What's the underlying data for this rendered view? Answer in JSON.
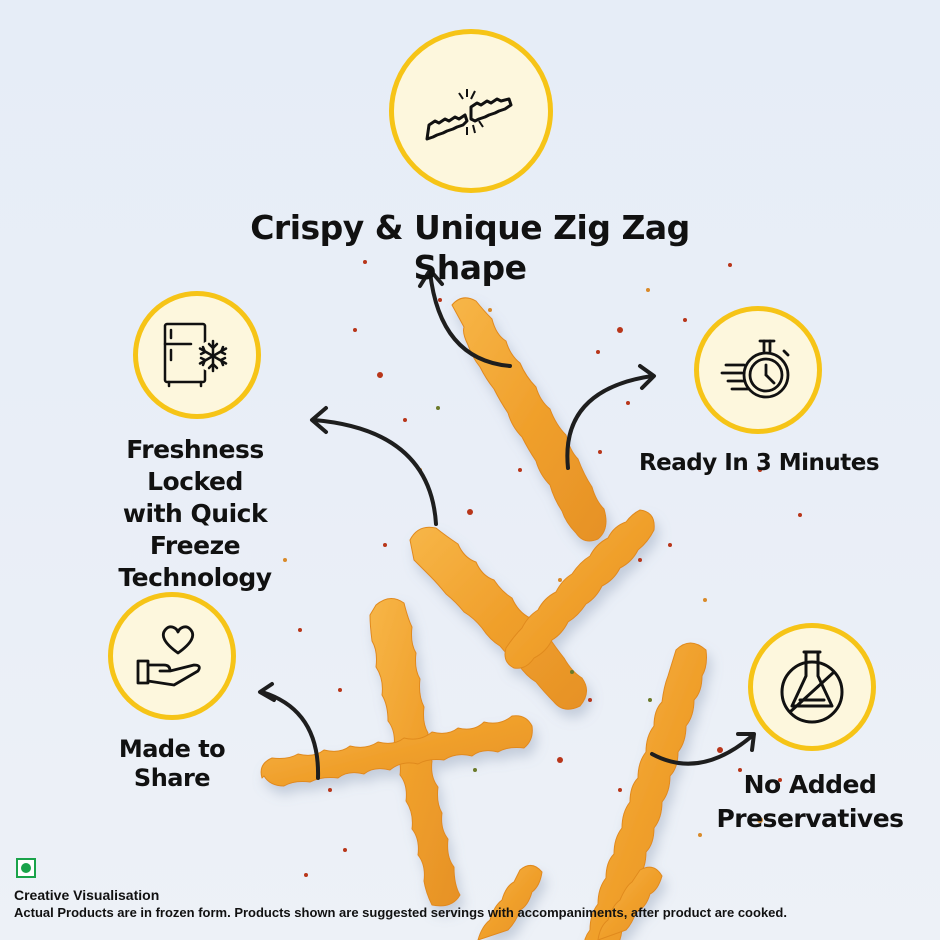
{
  "headline": {
    "feature_top": "Crispy & Unique Zig Zag Shape"
  },
  "features": [
    {
      "id": "zigzag",
      "icon": "broken-zigzag-fry-icon",
      "label_lines": [
        "Crispy & Unique Zig Zag Shape"
      ]
    },
    {
      "id": "freshness",
      "icon": "fridge-snowflake-icon",
      "label_lines": [
        "Freshness Locked",
        "with Quick Freeze",
        "Technology"
      ]
    },
    {
      "id": "ready",
      "icon": "stopwatch-icon",
      "label_lines": [
        "Ready In 3 Minutes"
      ]
    },
    {
      "id": "share",
      "icon": "hand-heart-icon",
      "label_lines": [
        "Made to Share"
      ]
    },
    {
      "id": "preservatives",
      "icon": "no-flask-icon",
      "label_lines": [
        "No Added",
        "Preservatives"
      ]
    }
  ],
  "disclaimer": {
    "veg_mark": "veg-symbol",
    "line1": "Creative Visualisation",
    "line2": "Actual Products are in frozen form. Products shown are suggested servings with accompaniments, after product are cooked."
  },
  "colors": {
    "background": "#e8eef7",
    "badge_fill": "#fdf7dd",
    "badge_ring": "#f6c417",
    "fry": "#f2a534",
    "text": "#111111",
    "veg_green": "#1aa34a"
  }
}
